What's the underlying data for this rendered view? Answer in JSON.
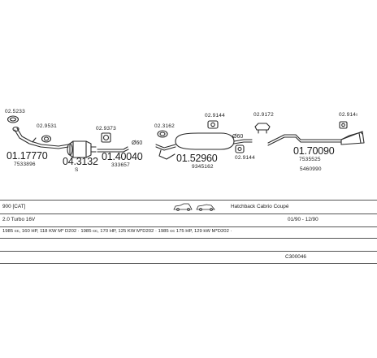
{
  "parts": {
    "p1_small": "02.5233",
    "p2_small": "02.9531",
    "p1_num": "01.17770",
    "p1_oem": "7533896",
    "p3_num": "04.3132",
    "p3_sub": "S",
    "p4_small": "02.9373",
    "p4_num": "01.40040",
    "p4_oem": "333657",
    "p4_dim": "Ø60",
    "p5_small": "02.3162",
    "p6_small": "02.9144",
    "p6_num": "01.52960",
    "p6_oem": "9345162",
    "p6_dim": "Ø60",
    "p7_small": "02.9144",
    "p8_small": "02.9172",
    "p9_small": "02.914ı",
    "p9_num": "01.70090",
    "p9_oem1": "7535525",
    "p9_oem2": "5460990"
  },
  "rows": {
    "model": "900  [CAT]",
    "body_type": "Hatchback Cabrio Coupé",
    "engine": "2.0 Turbo 16V",
    "years": "01/90 - 12/90",
    "specs": "1985 cc, 160 HP, 118 KW M* D202 · 1985 cc, 170 HP, 125 KW M*D202 · 1985 cc 175 HP, 129 kW M*D202 ·",
    "code": "C300046"
  }
}
